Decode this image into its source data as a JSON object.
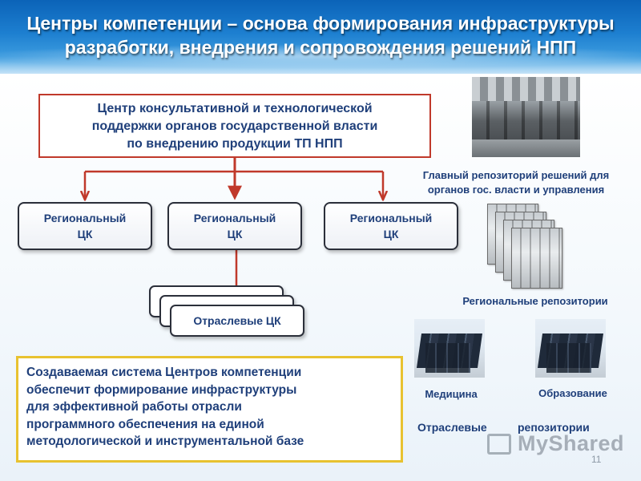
{
  "header": {
    "title_line1": "Центры компетенции – основа формирования инфраструктуры",
    "title_line2": "разработки, внедрения и сопровождения решений НПП"
  },
  "center_box": {
    "line1": "Центр  консультативной и технологической",
    "line2": "поддержки органов государственной власти",
    "line3": "по внедрению продукции ТП НПП"
  },
  "regional": [
    {
      "line1": "Региональный",
      "line2": "ЦК"
    },
    {
      "line1": "Региональный",
      "line2": "ЦК"
    },
    {
      "line1": "Региональный",
      "line2": "ЦК"
    }
  ],
  "sector": {
    "label": "Отраслевые ЦК"
  },
  "bottom_box": {
    "line1": "Создаваемая система Центров компетенции",
    "line2": "обеспечит формирование инфраструктуры",
    "line3": "для эффективной работы отрасли",
    "line4": "программного обеспечения на единой",
    "line5": "методологической и инструментальной базе"
  },
  "right_panel": {
    "main_repo_line1": "Главный репозиторий решений для",
    "main_repo_line2": "органов гос. власти и управления",
    "regional_repos": "Региональные репозитории",
    "medicine": "Медицина",
    "education": "Образование",
    "sector_repos_word1": "Отраслевые",
    "sector_repos_word2": "репозитории"
  },
  "footer": {
    "watermark": "MyShared",
    "page_number": "11"
  },
  "colors": {
    "header_blue": "#1d7fd0",
    "text_navy": "#1f3f7a",
    "arrow_red": "#c0392b",
    "highlight_yellow": "#e8c230"
  }
}
